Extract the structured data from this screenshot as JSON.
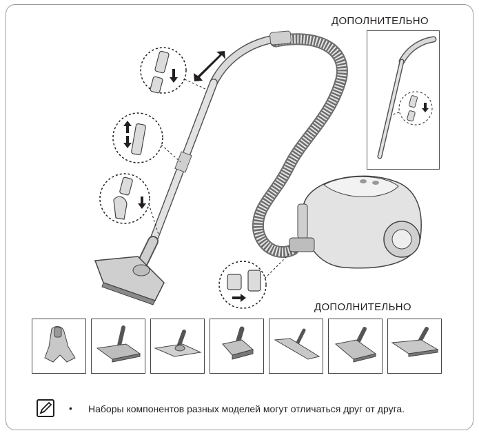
{
  "optional_label_top": "ДОПОЛНИТЕЛЬНО",
  "optional_label_bottom": "ДОПОЛНИТЕЛЬНО",
  "note": {
    "icon": "note-pencil-icon",
    "bullet": "•",
    "text": "Наборы компонентов разных моделей могут отличаться друг от друга."
  },
  "tools": [
    {
      "icon": "turbo-brush-icon"
    },
    {
      "icon": "floor-brush-icon"
    },
    {
      "icon": "parquet-brush-icon"
    },
    {
      "icon": "mini-brush-icon"
    },
    {
      "icon": "slim-floor-brush-icon"
    },
    {
      "icon": "floor-brush-wide-icon"
    },
    {
      "icon": "hard-floor-brush-icon"
    }
  ]
}
